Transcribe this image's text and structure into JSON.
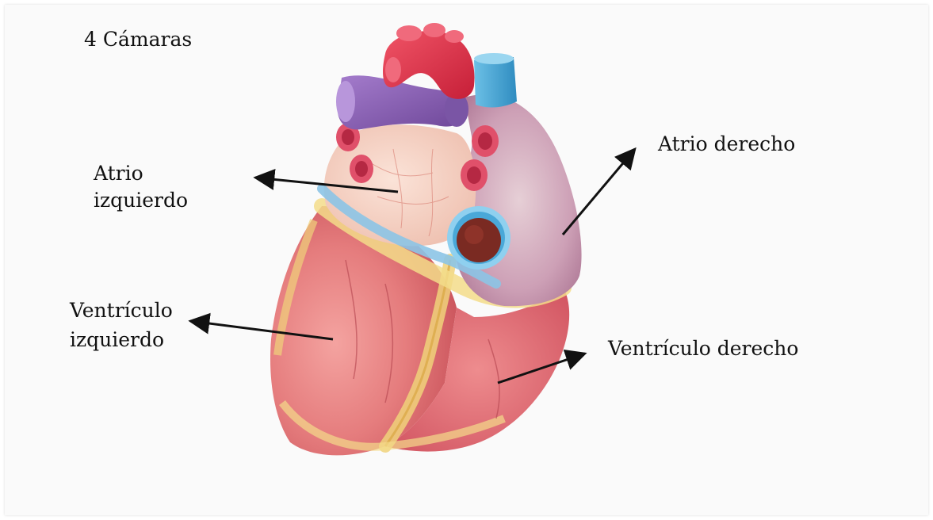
{
  "slide": {
    "title": "4 Cámaras"
  },
  "labels": {
    "left_atrium_line1": "Atrio",
    "left_atrium_line2": "izquierdo",
    "right_atrium": "Atrio derecho",
    "left_ventricle_line1": "Ventrículo",
    "left_ventricle_line2": "izquierdo",
    "right_ventricle": "Ventrículo derecho"
  },
  "colors": {
    "aorta": "#e23a4e",
    "pulmonary_veins": "#8a5fb8",
    "vena_cava": "#4aa8d8",
    "myocardium": "#e58a8a",
    "fat": "#f2d77a",
    "arrow": "#111111"
  }
}
